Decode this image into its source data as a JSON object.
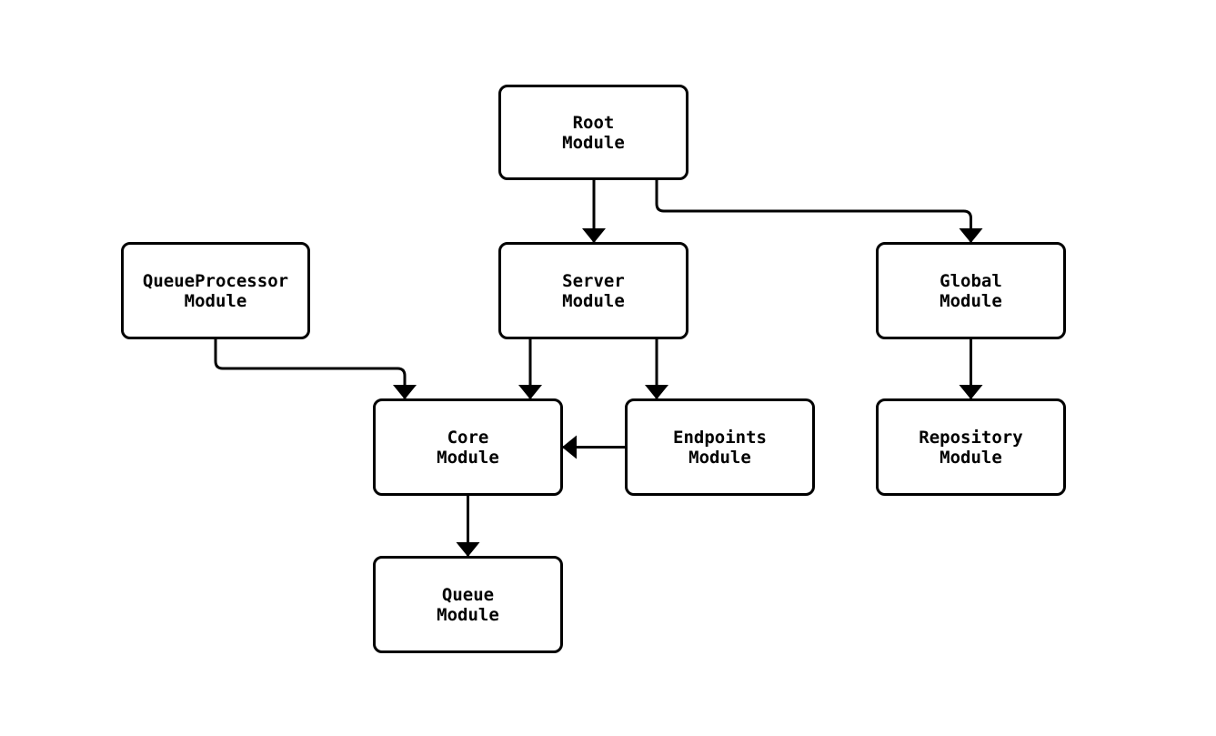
{
  "diagram": {
    "type": "flowchart",
    "background_color": "#ffffff",
    "node_fill_color": "#ffffff",
    "node_border_color": "#000000",
    "edge_color": "#000000",
    "nodes": {
      "root": {
        "label": "Root\nModule"
      },
      "queueprocessor": {
        "label": "QueueProcessor\nModule"
      },
      "server": {
        "label": "Server\nModule"
      },
      "global": {
        "label": "Global\nModule"
      },
      "core": {
        "label": "Core\nModule"
      },
      "endpoints": {
        "label": "Endpoints\nModule"
      },
      "repository": {
        "label": "Repository\nModule"
      },
      "queue": {
        "label": "Queue\nModule"
      }
    },
    "edges": [
      {
        "from": "Root Module",
        "to": "Server Module"
      },
      {
        "from": "Root Module",
        "to": "Global Module"
      },
      {
        "from": "QueueProcessor Module",
        "to": "Core Module"
      },
      {
        "from": "Server Module",
        "to": "Core Module"
      },
      {
        "from": "Server Module",
        "to": "Endpoints Module"
      },
      {
        "from": "Endpoints Module",
        "to": "Core Module"
      },
      {
        "from": "Global Module",
        "to": "Repository Module"
      },
      {
        "from": "Core Module",
        "to": "Queue Module"
      }
    ]
  }
}
